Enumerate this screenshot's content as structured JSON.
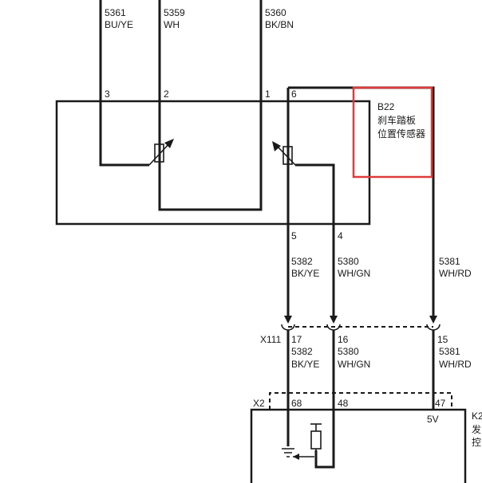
{
  "wires_top": [
    {
      "id": "5361",
      "color": "BU/YE"
    },
    {
      "id": "5359",
      "color": "WH"
    },
    {
      "id": "5360",
      "color": "BK/BN"
    }
  ],
  "sensor": {
    "code": "B22",
    "name_line1": "刹车踏板",
    "name_line2": "位置传感器",
    "pins": {
      "p3": "3",
      "p2": "2",
      "p1": "1",
      "p6": "6",
      "p5": "5",
      "p4": "4"
    }
  },
  "wires_mid": [
    {
      "id": "5382",
      "color": "BK/YE"
    },
    {
      "id": "5380",
      "color": "WH/GN"
    },
    {
      "id": "5381",
      "color": "WH/RD"
    }
  ],
  "connector_x111": {
    "name": "X111",
    "pins": [
      "17",
      "16",
      "15"
    ],
    "wires": [
      {
        "id": "5382",
        "color": "BK/YE"
      },
      {
        "id": "5380",
        "color": "WH/GN"
      },
      {
        "id": "5381",
        "color": "WH/RD"
      }
    ]
  },
  "connector_x2": {
    "name": "X2",
    "pins": [
      "68",
      "48",
      "47"
    ],
    "voltage": "5V"
  },
  "module": {
    "code_partial": "K2",
    "line1_partial": "发",
    "line2_partial": "控"
  },
  "colors": {
    "line": "#1a1a1a",
    "highlight": "#e03a3a"
  }
}
